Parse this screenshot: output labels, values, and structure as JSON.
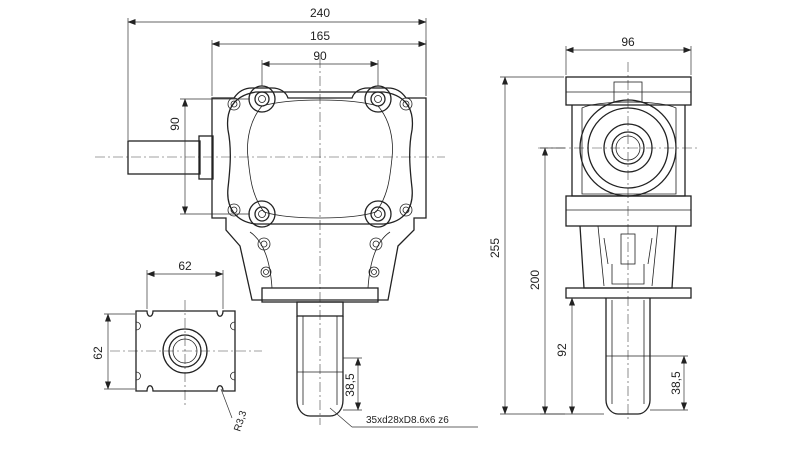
{
  "drawing": {
    "dimensions": {
      "overall_width": "240",
      "housing_width": "165",
      "bolt_spacing_h": "90",
      "bolt_spacing_v": "90",
      "side_width": "96",
      "total_height": "255",
      "shaft_axis_height": "200",
      "shaft_flange_height": "92",
      "shaft_length_side": "38,5",
      "shaft_length_front": "38,5",
      "flange_width": "62",
      "flange_height": "62",
      "corner_radius": "R3,3"
    },
    "spline_note": "35xd28xD8.6x6  z6"
  }
}
